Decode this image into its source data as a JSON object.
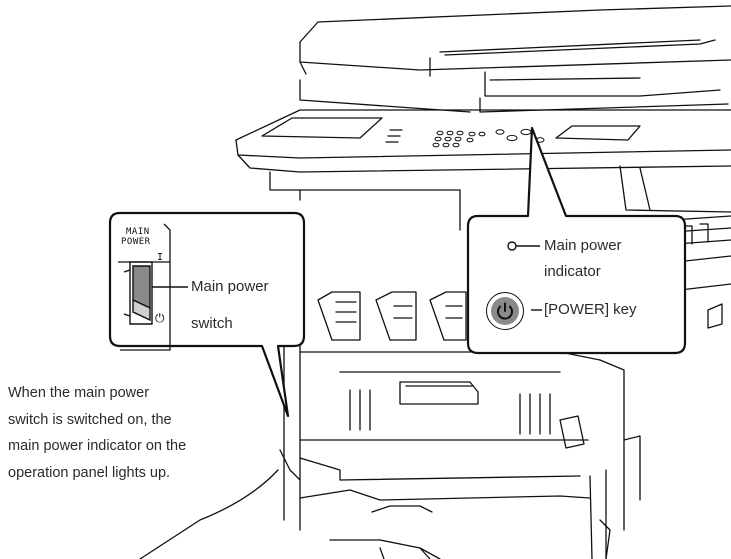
{
  "switch_callout": {
    "panel_text_line1": "MAIN",
    "panel_text_line2": "POWER",
    "on_symbol": "I",
    "off_symbol": "⏻",
    "label_line1": "Main power",
    "label_line2": "switch"
  },
  "panel_callout": {
    "indicator_line1": "Main power",
    "indicator_line2": "indicator",
    "power_key_label": "[POWER] key",
    "power_icon": "power-icon"
  },
  "caption": {
    "lines": [
      "When the main power",
      "switch is switched on, the",
      "main power indicator on the",
      "operation panel lights up."
    ]
  },
  "colors": {
    "line": "#111111",
    "text": "#2b2b2b",
    "background": "#ffffff"
  }
}
